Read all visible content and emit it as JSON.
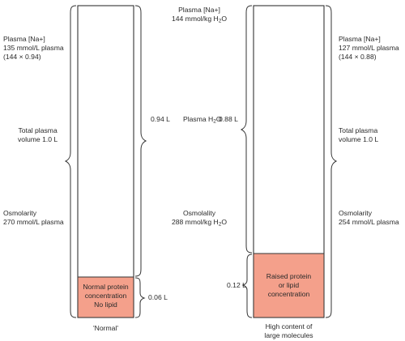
{
  "colors": {
    "outline": "#333333",
    "fill_small_compartment": "#F4A08B"
  },
  "left_column": {
    "plasma_na": [
      "Plasma [Na+]",
      "135 mmol/L plasma",
      "(144 × 0.94)"
    ],
    "total_volume": [
      "Total plasma",
      "volume 1.0 L"
    ],
    "osmolarity": [
      "Osmolarity",
      "270 mmol/L plasma"
    ],
    "water_volume": "0.94 L",
    "small_volume": "0.06 L",
    "box_text": [
      "Normal protein",
      "concentration",
      "No lipid"
    ],
    "caption": "'Normal'"
  },
  "middle": {
    "plasma_na": [
      "Plasma [Na+]",
      "144 mmol/kg H",
      "2",
      "O"
    ],
    "plasma_h2o": [
      "Plasma H",
      "2",
      "O"
    ],
    "osmolality": [
      "Osmolality",
      "288 mmol/kg H",
      "2",
      "O"
    ]
  },
  "right_column": {
    "plasma_na": [
      "Plasma [Na+]",
      "127 mmol/L plasma",
      "(144 × 0.88)"
    ],
    "total_volume": [
      "Total plasma",
      "volume 1.0 L"
    ],
    "osmolarity": [
      "Osmolarity",
      "254 mmol/L plasma"
    ],
    "water_volume": "0.88 L",
    "small_volume": "0.12 L",
    "box_text": [
      "Raised protein",
      "or lipid",
      "concentration"
    ],
    "caption": [
      "High content of",
      "large molecules"
    ]
  }
}
